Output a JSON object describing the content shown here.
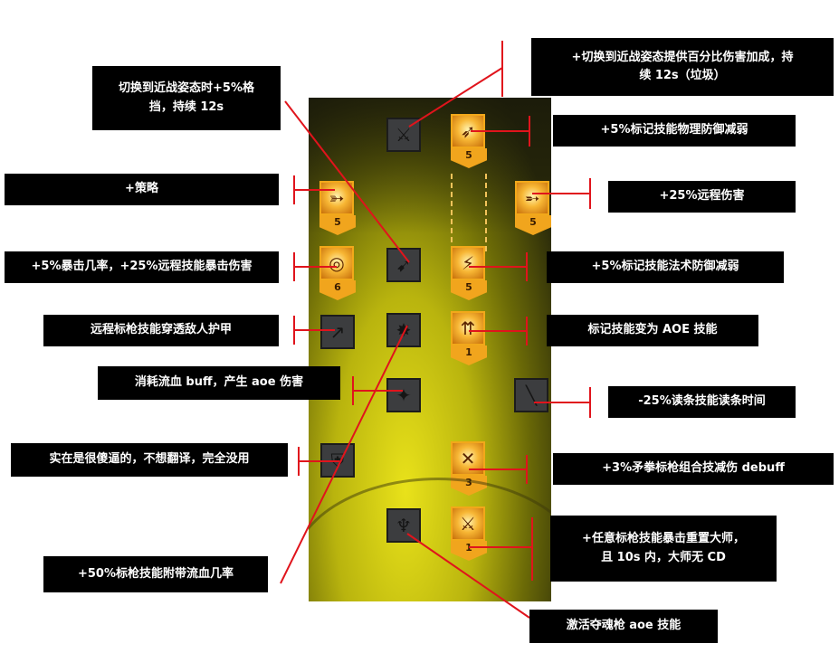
{
  "notes": {
    "melee_block": "切换到近战姿态时+5%格\n挡，持续 12s",
    "melee_damage": "+切换到近战姿态提供百分比伤害加成，持\n续 12s（垃圾）",
    "strategy": "+策略",
    "crit_rate": "+5%暴击几率，+25%远程技能暴击伤害",
    "mark_phys": "+5%标记技能物理防御减弱",
    "ranged_damage": "+25%远程伤害",
    "mark_magic": "+5%标记技能法术防御减弱",
    "javelin_pierce": "远程标枪技能穿透敌人护甲",
    "mark_aoe": "标记技能变为 AOE 技能",
    "bleed_consume": "消耗流血 buff，产生 aoe 伤害",
    "cast_time": "-25%读条技能读条时间",
    "useless": "实在是很傻逼的，不想翻译，完全没用",
    "combo_debuff": "+3%矛拳标枪组合技减伤 debuff",
    "crit_reset": "+任意标枪技能暴击重置大师，\n且 10s 内，大师无 CD",
    "bleed_chance": "+50%标枪技能附带流血几率",
    "soul_spear": "激活夺魂枪 aoe 技能"
  },
  "ranks": {
    "mark_phys": "5",
    "strategy": "5",
    "ranged_damage": "5",
    "crit_rate": "6",
    "mark_magic": "5",
    "mark_aoe": "1",
    "combo_debuff": "3",
    "crit_reset": "1"
  },
  "icons": {
    "melee_stance": "warrior-silhouette-icon",
    "mark_phys": "spear-strike-icon",
    "strategy": "archer-icon",
    "ranged_damage": "javelin-thrower-icon",
    "crit_rate": "target-icon",
    "mark_magic": "magic-spear-icon",
    "mark_aoe": "triple-spear-icon",
    "combo_debuff": "crossed-spears-icon",
    "crit_reset": "master-fighter-icon"
  },
  "colors": {
    "annotation_line": "#e0141c",
    "active_frame": "#f1a51d",
    "note_background": "#000000"
  }
}
